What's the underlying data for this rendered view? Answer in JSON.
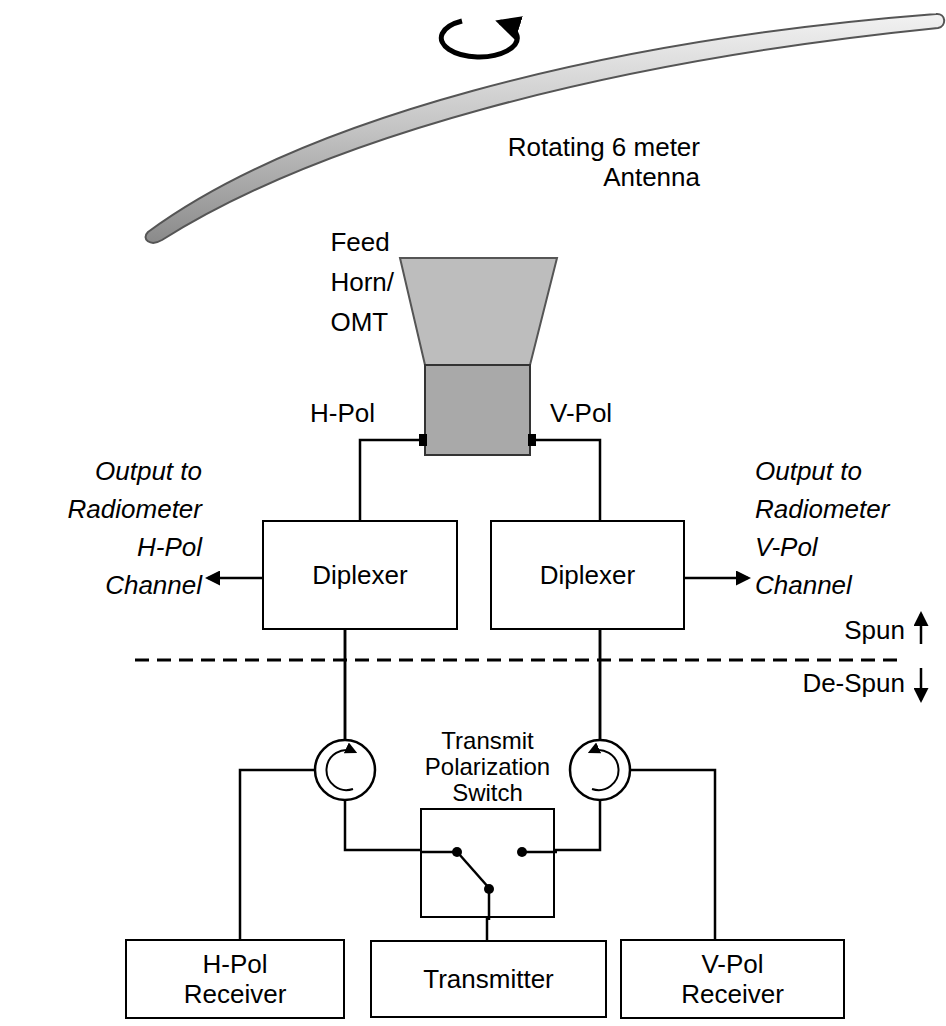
{
  "diagram": {
    "nodes": [
      {
        "text": [
          "Feed Horn/ OMT"
        ]
      },
      {
        "text": [
          "Diplexer"
        ]
      },
      {
        "text": [
          "Diplexer"
        ]
      },
      {
        "text": [
          "Transmit Polarization Switch"
        ]
      },
      {
        "text": [
          "H-Pol Receiver"
        ]
      },
      {
        "text": [
          "Transmitter"
        ]
      },
      {
        "text": [
          "V-Pol Receiver"
        ]
      }
    ],
    "edges": [
      {
        "from": 0,
        "to": 1,
        "arrow": "none"
      },
      {
        "from": 0,
        "to": 2,
        "arrow": "none"
      },
      {
        "from": 1,
        "to": 4,
        "arrow": "none"
      },
      {
        "from": 1,
        "to": 3,
        "arrow": "none"
      },
      {
        "from": 2,
        "to": 6,
        "arrow": "none"
      },
      {
        "from": 2,
        "to": 3,
        "arrow": "none"
      },
      {
        "from": 5,
        "to": 3,
        "arrow": "none"
      }
    ],
    "labels": [
      "Rotating 6 meter Antenna",
      "H-Pol",
      "V-Pol",
      "Output to Radiometer H-Pol Channel",
      "Output to Radiometer V-Pol Channel",
      "Spun",
      "De-Spun"
    ]
  }
}
